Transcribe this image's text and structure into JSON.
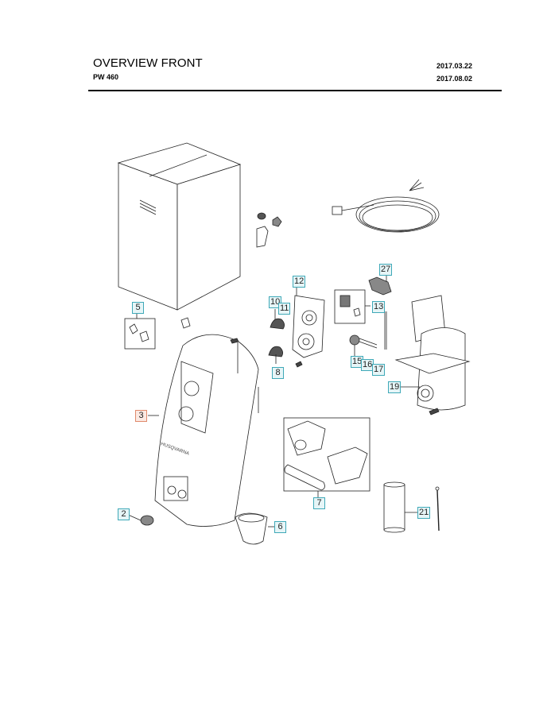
{
  "header": {
    "title": "OVERVIEW FRONT",
    "model": "PW 460",
    "date_created": "2017.03.22",
    "date_revised": "2017.08.02"
  },
  "colors": {
    "callout_border": "#3fa9b8",
    "callout_fill": "#e6f5f7",
    "callout_highlight_border": "#e08a6c",
    "callout_highlight_fill": "#fbe9e2",
    "line": "#000000"
  },
  "callouts": [
    {
      "id": "5",
      "label": "5"
    },
    {
      "id": "12",
      "label": "12"
    },
    {
      "id": "10",
      "label": "10"
    },
    {
      "id": "11",
      "label": "11"
    },
    {
      "id": "8",
      "label": "8"
    },
    {
      "id": "13",
      "label": "13"
    },
    {
      "id": "27",
      "label": "27"
    },
    {
      "id": "15",
      "label": "15"
    },
    {
      "id": "16",
      "label": "16"
    },
    {
      "id": "17",
      "label": "17"
    },
    {
      "id": "19",
      "label": "19"
    },
    {
      "id": "3",
      "label": "3"
    },
    {
      "id": "7",
      "label": "7"
    },
    {
      "id": "2",
      "label": "2"
    },
    {
      "id": "6",
      "label": "6"
    },
    {
      "id": "21",
      "label": "21"
    }
  ],
  "parts": [
    {
      "name": "packaging-box"
    },
    {
      "name": "power-cord"
    },
    {
      "name": "small-fittings"
    },
    {
      "name": "front-cover"
    },
    {
      "name": "hose-holder-kit"
    },
    {
      "name": "cup-holder"
    },
    {
      "name": "cylinder-filter"
    },
    {
      "name": "pin"
    },
    {
      "name": "pump-housing"
    },
    {
      "name": "valve-assembly"
    },
    {
      "name": "knob"
    },
    {
      "name": "switch-panel"
    }
  ]
}
